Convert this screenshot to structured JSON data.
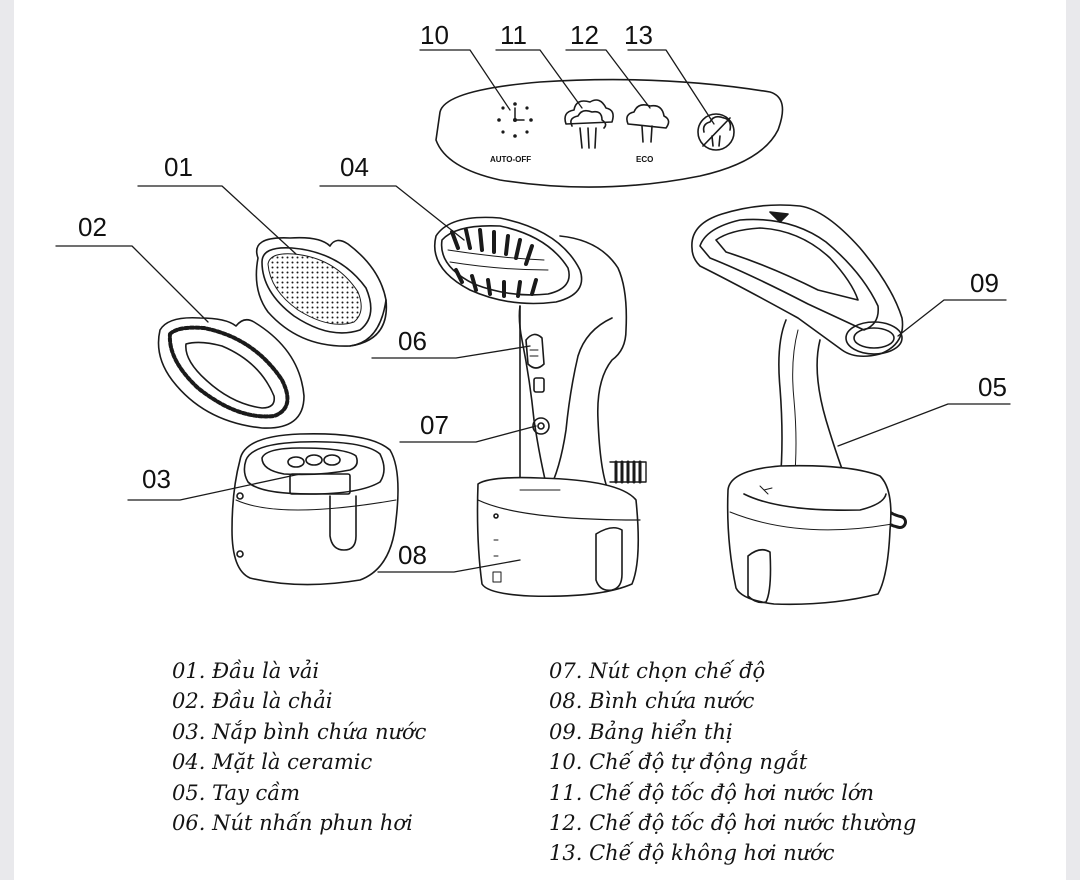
{
  "callouts": {
    "c01": "01",
    "c02": "02",
    "c03": "03",
    "c04": "04",
    "c05": "05",
    "c06": "06",
    "c07": "07",
    "c08": "08",
    "c09": "09",
    "c10": "10",
    "c11": "11",
    "c12": "12",
    "c13": "13"
  },
  "panel_labels": {
    "auto_off": "AUTO-OFF",
    "eco": "ECO"
  },
  "legend": {
    "left": [
      "01. Đầu là vải",
      "02. Đầu là chải",
      "03. Nắp bình chứa nước",
      "04. Mặt là ceramic",
      "05. Tay cầm",
      "06. Nút nhấn phun hơi"
    ],
    "right": [
      "07. Nút chọn chế độ",
      "08. Bình chứa nước",
      "09. Bảng hiển thị",
      "10. Chế độ tự động ngắt",
      "11. Chế độ tốc độ hơi nước lớn",
      "12. Chế độ tốc độ hơi nước thường",
      "13. Chế độ không hơi nước"
    ]
  },
  "icons": [
    "clock-icon",
    "steam-high-icon",
    "steam-eco-icon",
    "no-steam-icon"
  ],
  "colors": {
    "line": "#1a1a1a",
    "paper": "#ffffff",
    "background": "#e9e9ec"
  }
}
